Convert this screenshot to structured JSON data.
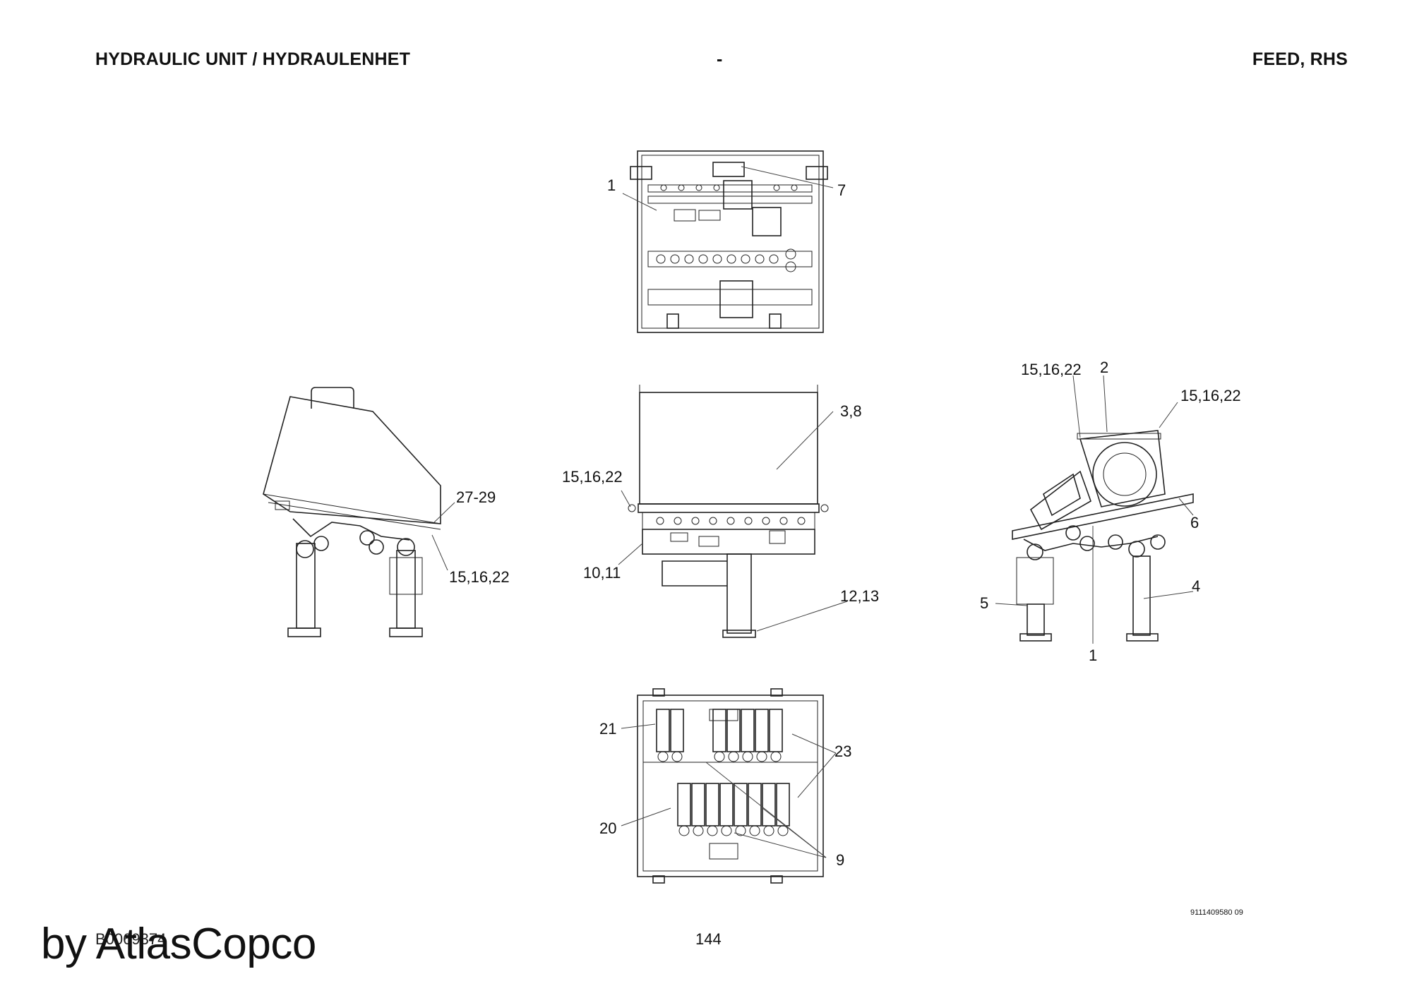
{
  "header": {
    "title_left": "HYDRAULIC UNIT / HYDRAULENHET",
    "title_mid": "-",
    "title_right": "FEED, RHS"
  },
  "callouts": {
    "top_view": [
      "1",
      "7"
    ],
    "left_side_view": [
      "27-29",
      "15,16,22"
    ],
    "front_view": [
      "3,8",
      "15,16,22",
      "10,11",
      "12,13"
    ],
    "right_side_view": [
      "15,16,22",
      "2",
      "15,16,22",
      "6",
      "4",
      "5",
      "1"
    ],
    "bottom_view": [
      "21",
      "23",
      "20",
      "9"
    ]
  },
  "footer": {
    "drawing_id": "B0069374",
    "page_number": "144",
    "document_number": "9111409580 09",
    "watermark": "by AtlasCopco"
  }
}
